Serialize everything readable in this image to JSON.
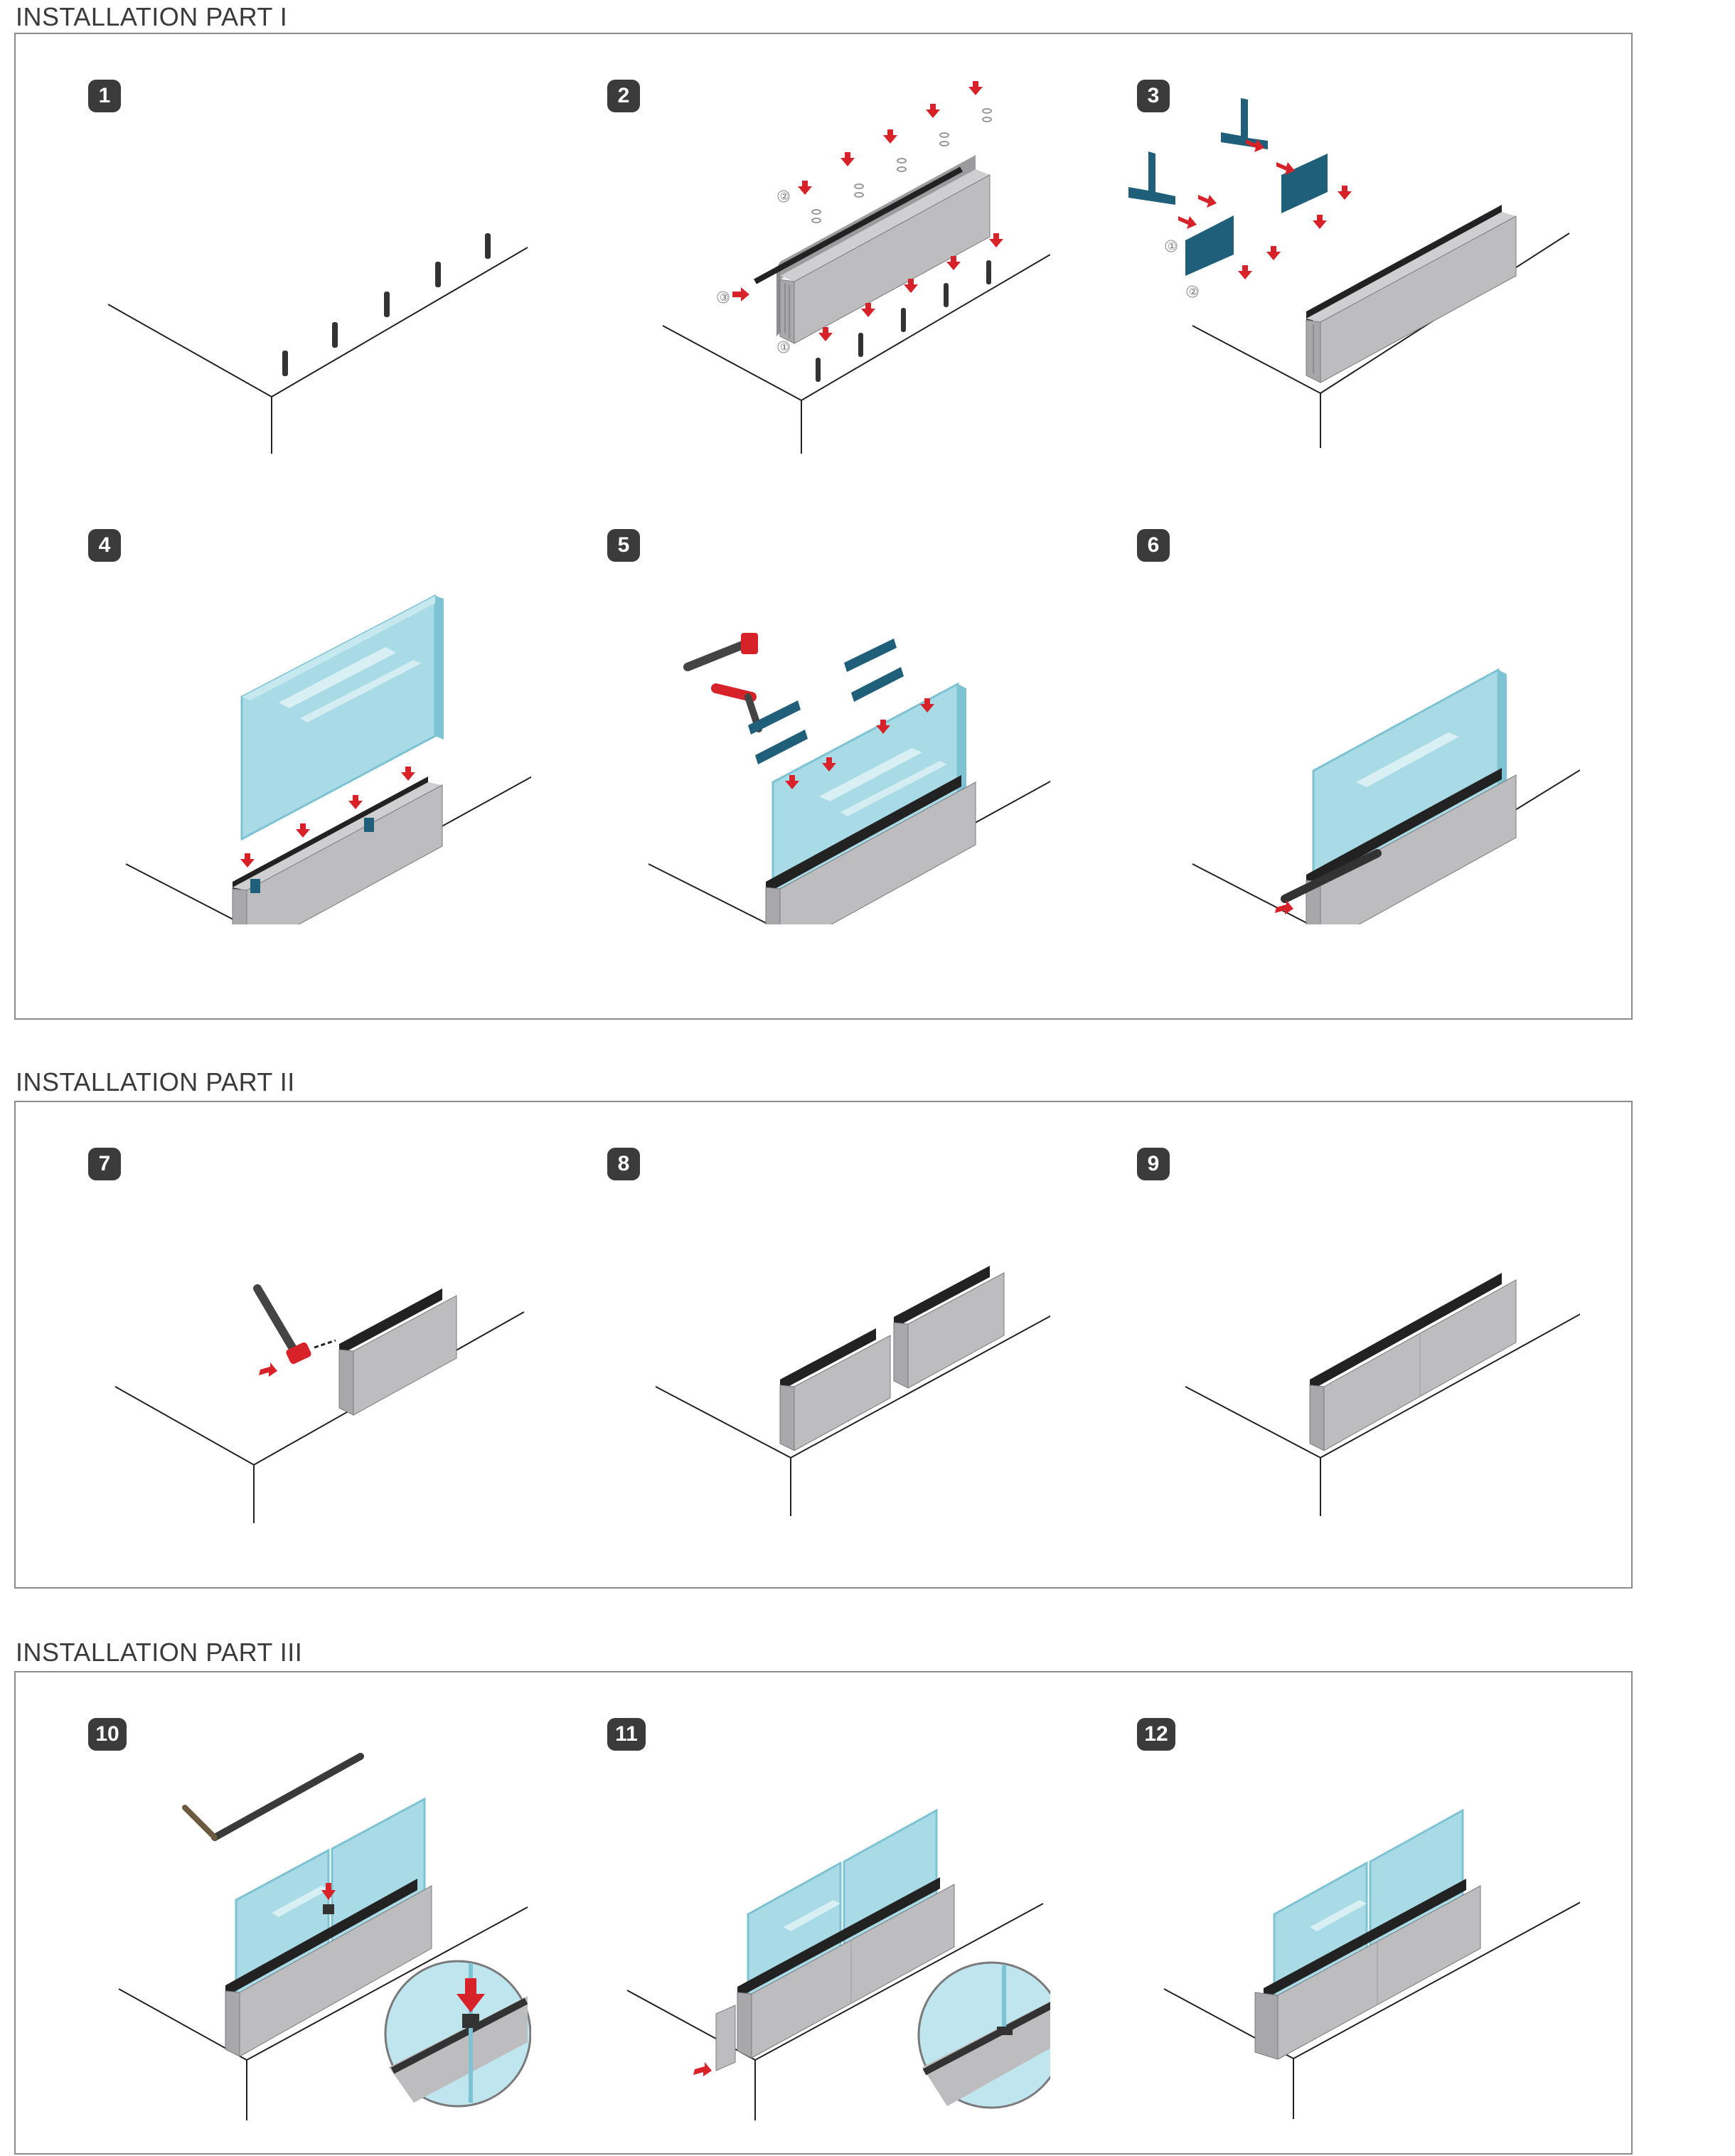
{
  "sections": [
    {
      "title": "INSTALLATION PART I"
    },
    {
      "title": "INSTALLATION PART II"
    },
    {
      "title": "INSTALLATION PART III"
    }
  ],
  "steps": [
    "1",
    "2",
    "3",
    "4",
    "5",
    "6",
    "7",
    "8",
    "9",
    "10",
    "11",
    "12"
  ],
  "callouts": {
    "one": "①",
    "two": "②",
    "three": "③"
  },
  "colors": {
    "arrow": "#d8222a",
    "profile": "#b9b9bb",
    "profile_dark": "#8d8d90",
    "glass": "#a9dbe6",
    "glass_edge": "#7ec3d3",
    "clip": "#1f5f7a",
    "rubber": "#2c2c2c",
    "badge": "#3b3b3b"
  }
}
